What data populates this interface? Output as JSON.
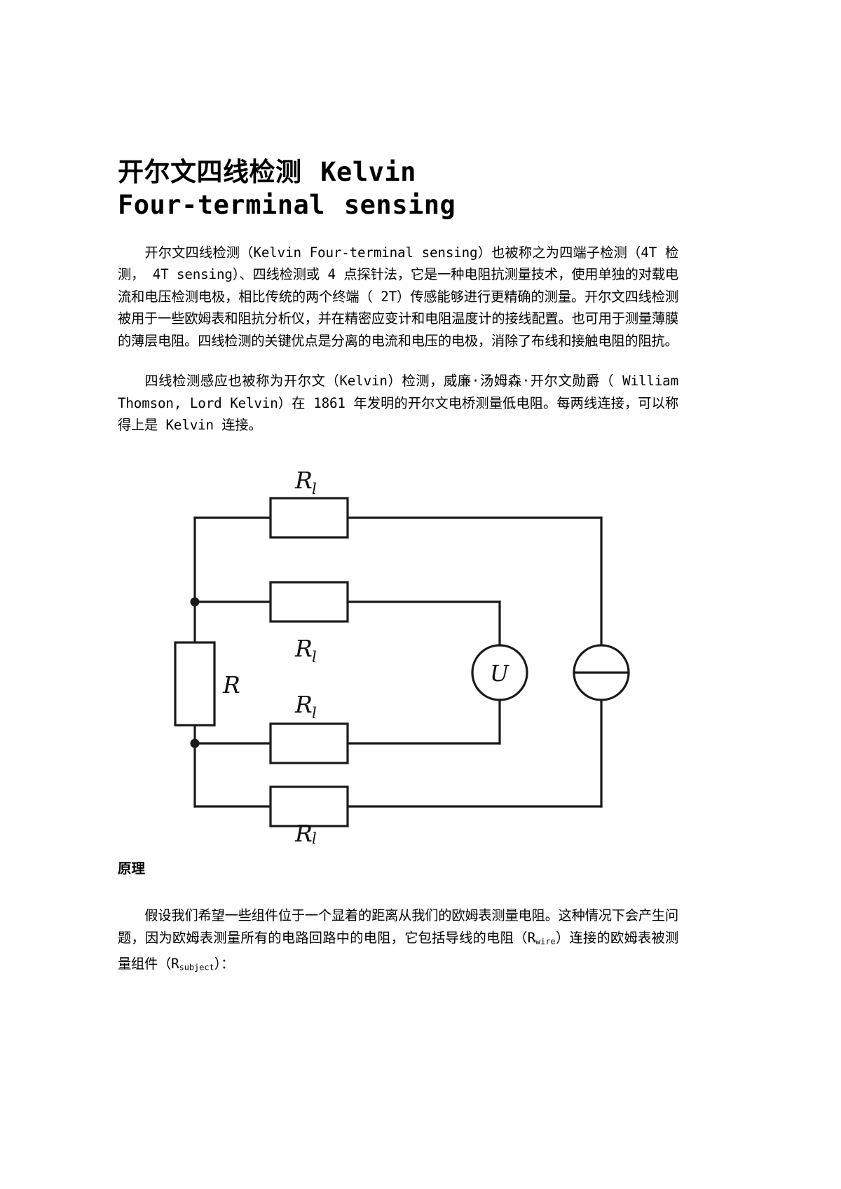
{
  "document": {
    "title_lines": [
      "开尔文四线检测 Kelvin",
      "Four-terminal sensing"
    ],
    "paragraphs": {
      "intro": "开尔文四线检测（Kelvin Four-terminal sensing）也被称之为四端子检测（4T 检测， 4T sensing）、四线检测或 4 点探针法，它是一种电阻抗测量技术，使用单独的对载电流和电压检测电极，相比传统的两个终端（ 2T）传感能够进行更精确的测量。开尔文四线检测被用于一些欧姆表和阻抗分析仪，并在精密应变计和电阻温度计的接线配置。也可用于测量薄膜的薄层电阻。四线检测的关键优点是分离的电流和电压的电极，消除了布线和接触电阻的阻抗。",
      "history": "四线检测感应也被称为开尔文（Kelvin）检测，威廉·汤姆森·开尔文勋爵（ William Thomson, Lord Kelvin）在 1861 年发明的开尔文电桥测量低电阻。每两线连接，可以称得上是 Kelvin 连接。",
      "principle_heading": "原理",
      "principle_part1": "假设我们希望一些组件位于一个显着的距离从我们的欧姆表测量电阻。这种情况下会产生问题，因为欧姆表测量所有的电路回路中的电阻，它包括导线的电阻（R",
      "principle_sub1": "wire",
      "principle_part2": "）连接的欧姆表被测量组件（R",
      "principle_sub2": "subject",
      "principle_part3": "）："
    }
  },
  "figure": {
    "name": "kelvin-four-terminal-circuit",
    "labels": {
      "resistor_lead_top": "R",
      "resistor_lead_top_sub": "l",
      "resistor_lead_sense_upper": "R",
      "resistor_lead_sense_upper_sub": "l",
      "resistor_lead_sense_lower": "R",
      "resistor_lead_sense_lower_sub": "l",
      "resistor_lead_bottom": "R",
      "resistor_lead_bottom_sub": "l",
      "resistor_under_test": "R",
      "voltmeter": "U"
    },
    "colors": {
      "wire": "#1a1a1a",
      "fill": "#ffffff"
    }
  }
}
